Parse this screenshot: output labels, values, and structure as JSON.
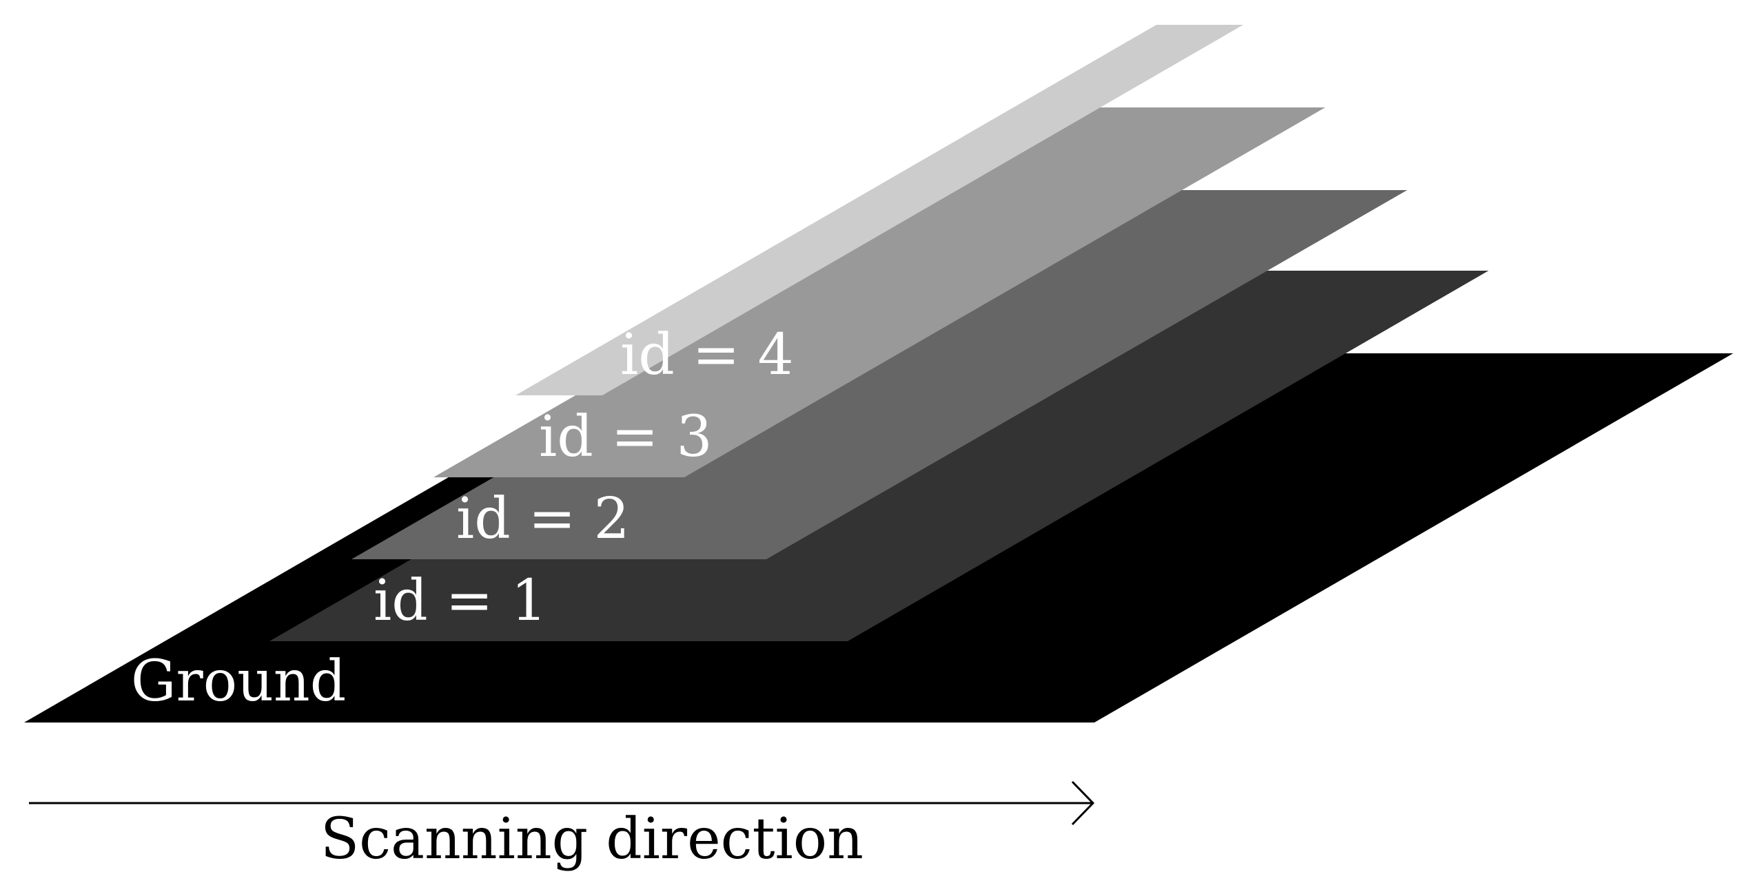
{
  "layers": [
    {
      "id": "ground",
      "label": "Ground",
      "color": "#000000"
    },
    {
      "id": "layer-1",
      "label": "id = 1",
      "color": "#333333"
    },
    {
      "id": "layer-2",
      "label": "id = 2",
      "color": "#666666"
    },
    {
      "id": "layer-3",
      "label": "id = 3",
      "color": "#999999"
    },
    {
      "id": "layer-4",
      "label": "id = 4",
      "color": "#cccccc"
    }
  ],
  "arrow": {
    "label": "Scanning direction",
    "color": "#000000"
  }
}
